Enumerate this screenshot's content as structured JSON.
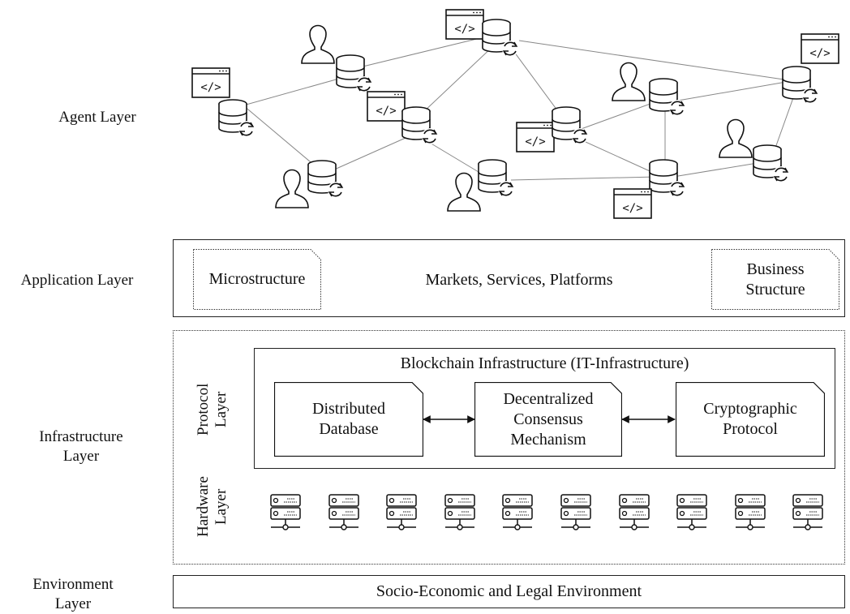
{
  "layers": {
    "agent": "Agent Layer",
    "application": "Application Layer",
    "infrastructure_line1": "Infrastructure",
    "infrastructure_line2": "Layer",
    "environment_line1": "Environment",
    "environment_line2": "Layer"
  },
  "application": {
    "left_box": "Microstructure",
    "center": "Markets, Services, Platforms",
    "right_box_line1": "Business",
    "right_box_line2": "Structure"
  },
  "infrastructure": {
    "blockchain_title": "Blockchain Infrastructure (IT-Infrastructure)",
    "protocol_line1": "Protocol",
    "protocol_line2": "Layer",
    "hardware_line1": "Hardware",
    "hardware_line2": "Layer",
    "components": [
      {
        "line1": "Distributed",
        "line2": "Database",
        "line3": ""
      },
      {
        "line1": "Decentralized",
        "line2": "Consensus",
        "line3": "Mechanism"
      },
      {
        "line1": "Cryptographic",
        "line2": "Protocol",
        "line3": ""
      }
    ],
    "server_count": 10,
    "server_icon": "server-icon"
  },
  "environment": {
    "label": "Socio-Economic and Legal Environment"
  },
  "agent_icons": {
    "person": "person-icon",
    "database": "database-sync-icon",
    "code": "code-window-icon"
  }
}
